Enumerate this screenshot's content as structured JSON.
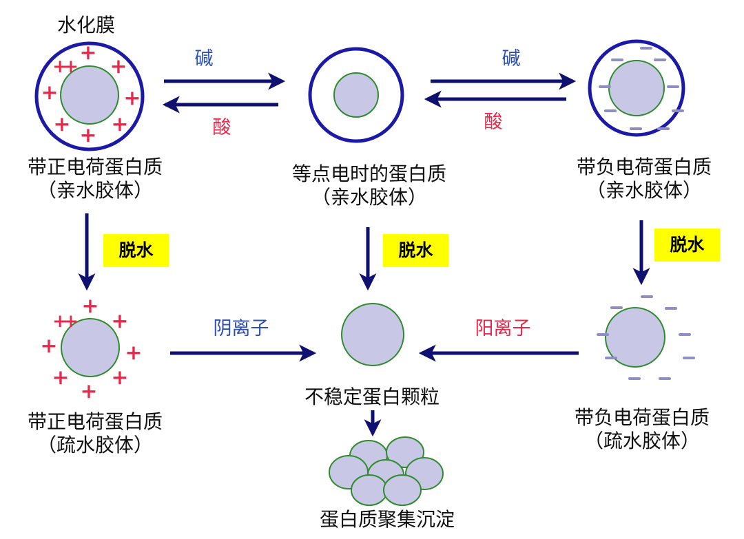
{
  "labels": {
    "hydration_film": "水化膜",
    "base_1": "碱",
    "acid_1": "酸",
    "base_2": "碱",
    "acid_2": "酸",
    "positive_hydrophilic": {
      "line1": "带正电荷蛋白质",
      "line2": "（亲水胶体）"
    },
    "isoelectric_hydrophilic": {
      "line1": "等点电时的蛋白质",
      "line2": "（亲水胶体）"
    },
    "negative_hydrophilic": {
      "line1": "带负电荷蛋白质",
      "line2": "（亲水胶体）"
    },
    "dehydration_left": "脱水",
    "dehydration_center": "脱水",
    "dehydration_right": "脱水",
    "anion": "阴离子",
    "cation": "阳离子",
    "positive_hydrophobic": {
      "line1": "带正电荷蛋白质",
      "line2": "（疏水胶体）"
    },
    "negative_hydrophobic": {
      "line1": "带负电荷蛋白质",
      "line2": "（疏水胶体）"
    },
    "unstable_particle": "不稳定蛋白颗粒",
    "aggregation": "蛋白质聚集沉淀"
  },
  "colors": {
    "protein_fill": "#c8c8e6",
    "protein_stroke": "#2e8b2e",
    "hydration_ring": "#1a1aa6",
    "arrow": "#101070",
    "plus": "#e8284a",
    "minus": "#8e8ec4",
    "tag_bg": "#ffff00",
    "cluster_fill": "#c8c8e6"
  },
  "charges": {
    "plus": "+",
    "double_plus": "⁺⁺",
    "minus": "−"
  }
}
